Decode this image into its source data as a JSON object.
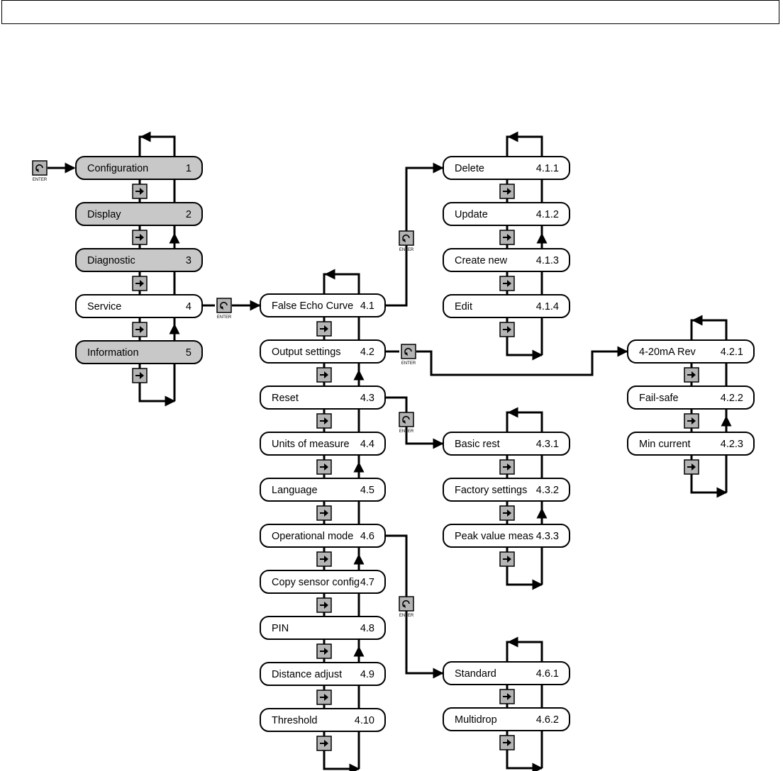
{
  "menu": {
    "main": [
      {
        "label": "Configuration",
        "num": "1"
      },
      {
        "label": "Display",
        "num": "2"
      },
      {
        "label": "Diagnostic",
        "num": "3"
      },
      {
        "label": "Service",
        "num": "4"
      },
      {
        "label": "Information",
        "num": "5"
      }
    ],
    "service": [
      {
        "label": "False Echo Curve",
        "num": "4.1"
      },
      {
        "label": "Output settings",
        "num": "4.2"
      },
      {
        "label": "Reset",
        "num": "4.3"
      },
      {
        "label": "Units of measure",
        "num": "4.4"
      },
      {
        "label": "Language",
        "num": "4.5"
      },
      {
        "label": "Operational mode",
        "num": "4.6"
      },
      {
        "label": "Copy sensor config",
        "num": "4.7"
      },
      {
        "label": "PIN",
        "num": "4.8"
      },
      {
        "label": "Distance adjust",
        "num": "4.9"
      },
      {
        "label": "Threshold",
        "num": "4.10"
      }
    ],
    "false_echo": [
      {
        "label": "Delete",
        "num": "4.1.1"
      },
      {
        "label": "Update",
        "num": "4.1.2"
      },
      {
        "label": "Create new",
        "num": "4.1.3"
      },
      {
        "label": "Edit",
        "num": "4.1.4"
      }
    ],
    "reset": [
      {
        "label": "Basic rest",
        "num": "4.3.1"
      },
      {
        "label": "Factory settings",
        "num": "4.3.2"
      },
      {
        "label": "Peak value meas",
        "num": "4.3.3"
      }
    ],
    "op_mode": [
      {
        "label": "Standard",
        "num": "4.6.1"
      },
      {
        "label": "Multidrop",
        "num": "4.6.2"
      }
    ],
    "output": [
      {
        "label": "4-20mA Rev",
        "num": "4.2.1"
      },
      {
        "label": "Fail-safe",
        "num": "4.2.2"
      },
      {
        "label": "Min current",
        "num": "4.2.3"
      }
    ]
  },
  "enter_label": "ENTER",
  "colors": {
    "highlight": "#c8c8c8",
    "key": "#b4b4b4",
    "line": "#000000"
  }
}
